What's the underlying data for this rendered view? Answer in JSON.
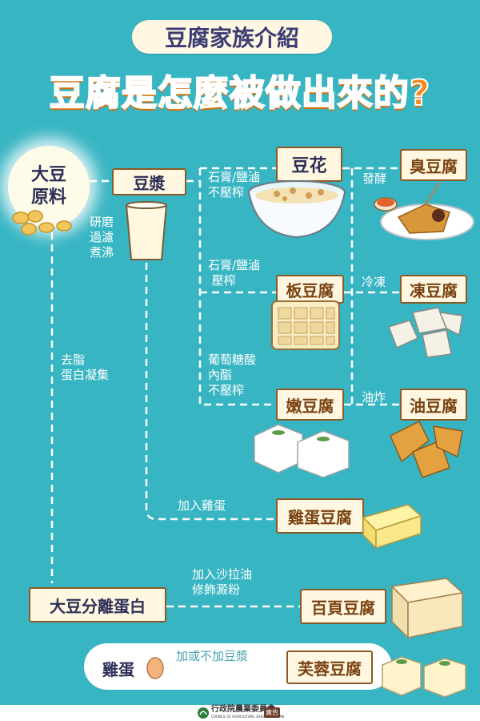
{
  "header": {
    "subtitle": "豆腐家族介紹",
    "title": "豆腐是怎麼被做出來的?"
  },
  "nodes": {
    "soybean": "大豆\n原料",
    "soymilk": "豆漿",
    "douhua": "豆花",
    "stinky_tofu": "臭豆腐",
    "firm_tofu": "板豆腐",
    "frozen_tofu": "凍豆腐",
    "soft_tofu": "嫩豆腐",
    "fried_tofu": "油豆腐",
    "egg_tofu": "雞蛋豆腐",
    "soy_protein_isolate": "大豆分離蛋白",
    "baiye_tofu": "百頁豆腐",
    "egg": "雞蛋",
    "furong_tofu": "芙蓉豆腐"
  },
  "process_labels": {
    "grind": "研磨\n過濾\n煮沸",
    "douhua_method": "石膏/鹽滷\n不壓榨",
    "firm_method": "石膏/鹽滷\n 壓榨",
    "soft_method": "葡萄糖酸\n內酯\n不壓榨",
    "ferment": "發酵",
    "freeze": "冷凍",
    "fry": "油炸",
    "add_egg": "加入雞蛋",
    "defat": "去脂\n蛋白凝集",
    "add_oil": "加入沙拉油\n修飾澱粉",
    "add_soymilk": "加或不加豆漿"
  },
  "footer": {
    "org": "行政院農業委員會",
    "org_en": "COUNCIL OF AGRICULTURE, EXECUTIVE YUAN",
    "ad_badge": "廣告"
  },
  "colors": {
    "background": "#38b5c3",
    "title_orange": "#f58a21",
    "box_fill": "#fff7e1",
    "box_border": "#8a5a24",
    "text_navy": "#2d2f56"
  }
}
